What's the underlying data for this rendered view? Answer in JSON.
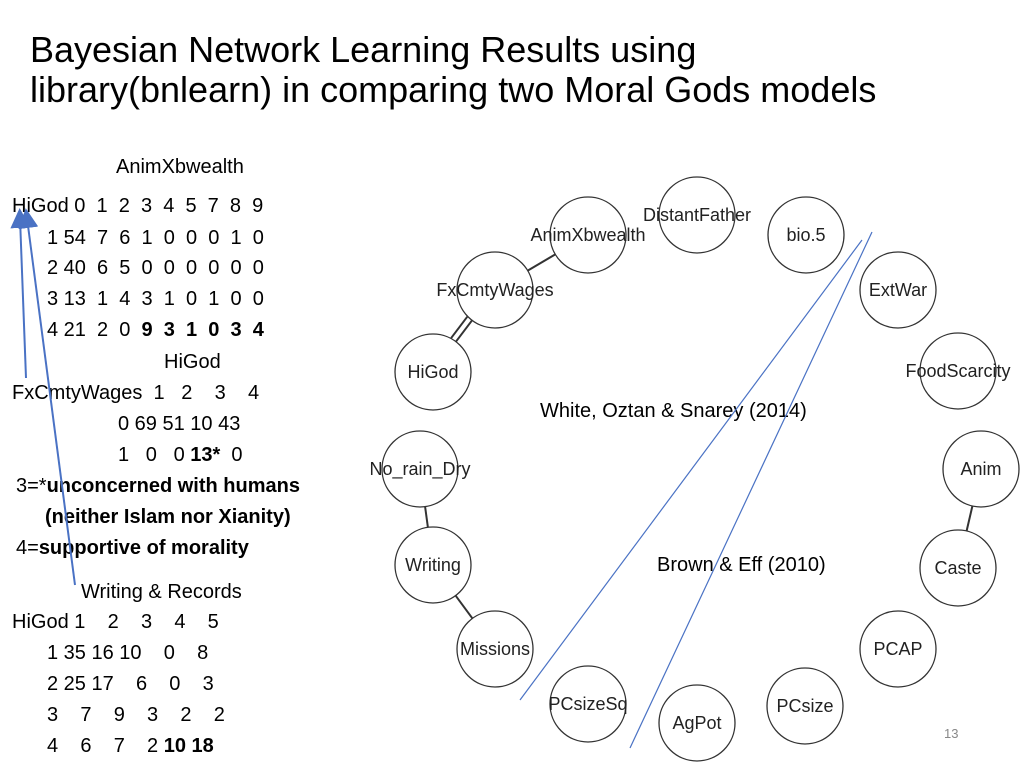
{
  "slide": {
    "title_line1": "Bayesian Network Learning Results using",
    "title_line2": "library(bnlearn) in comparing two Moral Gods models",
    "page_number": "13"
  },
  "table1": {
    "col_header": "AnimXbwealth",
    "row_label": "HiGod",
    "cols": "0  1  2  3  4  5  7  8  9",
    "rows": [
      {
        "plain": "1 54  7  6  1  0  0  0  1  0",
        "bold": ""
      },
      {
        "plain": "2 40  6  5  0  0  0  0  0  0",
        "bold": ""
      },
      {
        "plain": "3 13  1  4  3  1  0  1  0  0",
        "bold": ""
      },
      {
        "plain": "4 21  2  0  ",
        "bold": "9  3  1  0  3  4"
      }
    ]
  },
  "table2": {
    "col_header": "HiGod",
    "row_label": "FxCmtyWages",
    "cols": "1   2    3    4",
    "rows": [
      {
        "plain": "0 69 51 10 43",
        "bold": "",
        "tail": ""
      },
      {
        "plain": "1   0   0 ",
        "bold": "13*",
        "tail": "  0"
      }
    ]
  },
  "notes": [
    {
      "prefix": "3=*",
      "bold": "unconcerned with humans"
    },
    {
      "prefix": "",
      "bold": "(neither Islam nor Xianity)"
    },
    {
      "prefix": "4=",
      "bold": "supportive of morality"
    }
  ],
  "table3": {
    "col_header": "Writing & Records",
    "row_label": "HiGod",
    "cols": "1    2    3    4    5",
    "rows": [
      {
        "plain": "1 35 16 10    0    8",
        "bold": ""
      },
      {
        "plain": "2 25 17    6    0    3",
        "bold": ""
      },
      {
        "plain": "3    7    9    3    2    2",
        "bold": ""
      },
      {
        "plain": "4    6    7    2 ",
        "bold": "10 18"
      }
    ]
  },
  "annotations": {
    "white": "White, Oztan & Snarey (2014)",
    "brown": "Brown & Eff (2010)"
  },
  "network": {
    "nodes": [
      {
        "id": "DistantFather",
        "label": "DistantFather"
      },
      {
        "id": "bio5",
        "label": "bio.5"
      },
      {
        "id": "AnimXbwealth",
        "label": "AnimXbwealth"
      },
      {
        "id": "FxCmtyWages",
        "label": "FxCmtyWages"
      },
      {
        "id": "ExtWar",
        "label": "ExtWar"
      },
      {
        "id": "HiGod",
        "label": "HiGod"
      },
      {
        "id": "FoodScarcity",
        "label": "FoodScarcity"
      },
      {
        "id": "No_rain_Dry",
        "label": "No_rain_Dry"
      },
      {
        "id": "Anim",
        "label": "Anim"
      },
      {
        "id": "Writing",
        "label": "Writing"
      },
      {
        "id": "Caste",
        "label": "Caste"
      },
      {
        "id": "Missions",
        "label": "Missions"
      },
      {
        "id": "PCAP",
        "label": "PCAP"
      },
      {
        "id": "PCsizeSq",
        "label": "PCsizeSq"
      },
      {
        "id": "PCsize",
        "label": "PCsize"
      },
      {
        "id": "AgPot",
        "label": "AgPot"
      }
    ],
    "edges": [
      [
        "AnimXbwealth",
        "FxCmtyWages"
      ],
      [
        "FxCmtyWages",
        "HiGod"
      ],
      [
        "FxCmtyWages",
        "HiGod"
      ],
      [
        "No_rain_Dry",
        "Writing"
      ],
      [
        "Writing",
        "Missions"
      ],
      [
        "Anim",
        "Caste"
      ]
    ]
  },
  "colors": {
    "arrow": "#4a72c4",
    "node_stroke": "#333333",
    "node_fill": "#ffffff",
    "page_num": "#888888"
  }
}
